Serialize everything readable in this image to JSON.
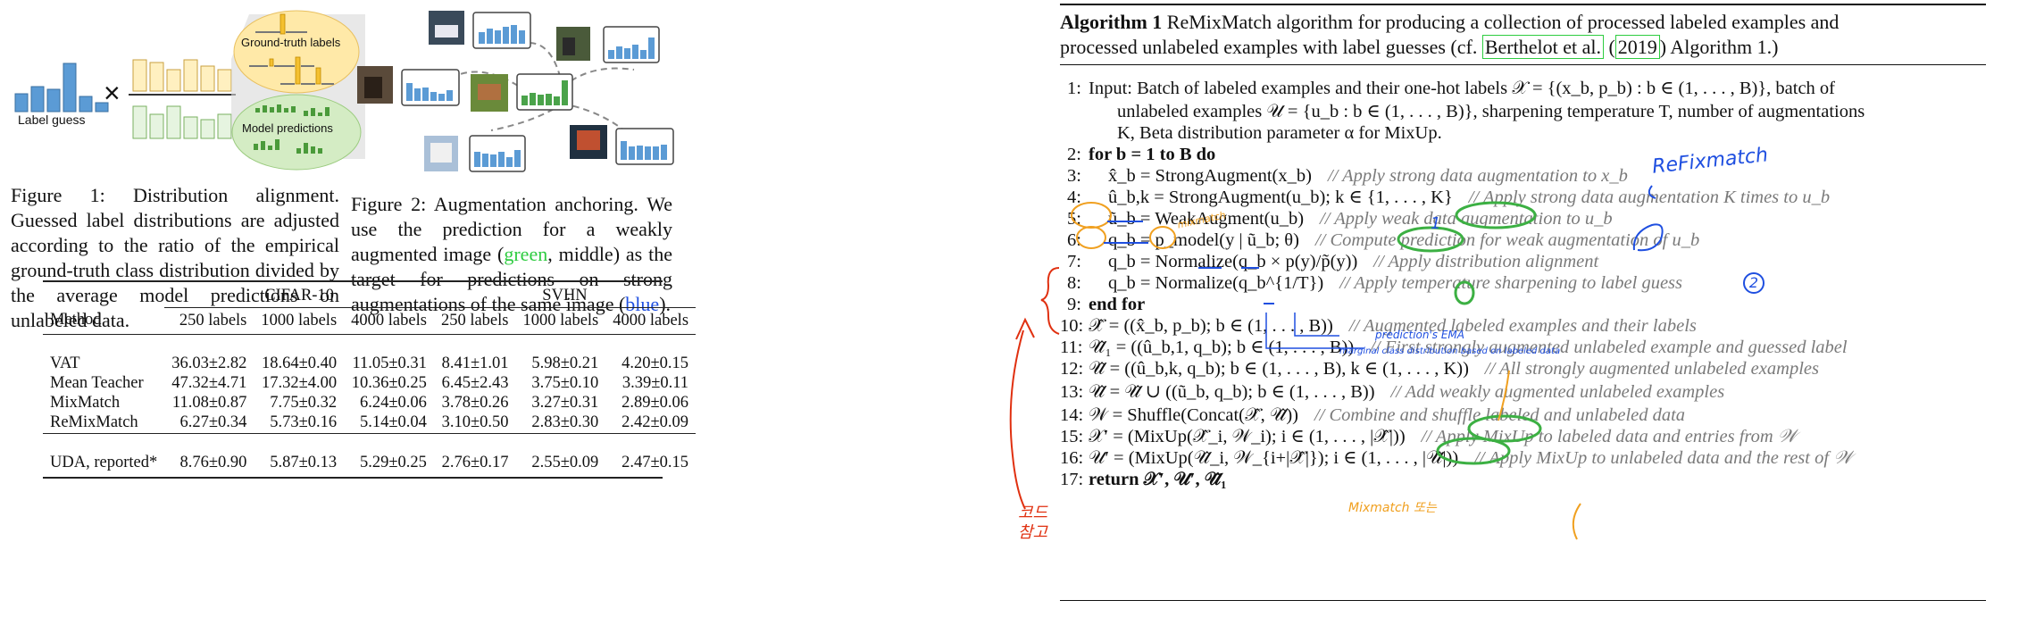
{
  "figure1": {
    "label_guess": "Label guess",
    "times": "×",
    "cloud_top": "Ground-truth labels",
    "cloud_bottom": "Model predictions",
    "caption": "Figure 1: Distribution alignment. Guessed label distributions are adjusted according to the ratio of the empirical ground-truth class distribution divided by the average model predictions on unlabeled data."
  },
  "figure2": {
    "caption_pre": "Figure 2: Augmentation anchoring. We use the prediction for a weakly augmented image (",
    "caption_green": "green",
    "caption_mid": ", middle) as the target for predictions on strong augmentations of the same image (",
    "caption_blue": "blue",
    "caption_post": ")."
  },
  "table": {
    "group1": "CIFAR-10",
    "group2": "SVHN",
    "columns": [
      "Method",
      "250 labels",
      "1000 labels",
      "4000 labels",
      "250 labels",
      "1000 labels",
      "4000 labels"
    ],
    "rows": [
      [
        "VAT",
        "36.03±2.82",
        "18.64±0.40",
        "11.05±0.31",
        "8.41±1.01",
        "5.98±0.21",
        "4.20±0.15"
      ],
      [
        "Mean Teacher",
        "47.32±4.71",
        "17.32±4.00",
        "10.36±0.25",
        "6.45±2.43",
        "3.75±0.10",
        "3.39±0.11"
      ],
      [
        "MixMatch",
        "11.08±0.87",
        "7.75±0.32",
        "6.24±0.06",
        "3.78±0.26",
        "3.27±0.31",
        "2.89±0.06"
      ],
      [
        "ReMixMatch",
        "6.27±0.34",
        "5.73±0.16",
        "5.14±0.04",
        "3.10±0.50",
        "2.83±0.30",
        "2.42±0.09"
      ]
    ],
    "footer": [
      "UDA, reported*",
      "8.76±0.90",
      "5.87±0.13",
      "5.29±0.25",
      "2.76±0.17",
      "2.55±0.09",
      "2.47±0.15"
    ]
  },
  "algorithm": {
    "title_bold": "Algorithm 1",
    "title_text": "ReMixMatch algorithm for producing a collection of processed labeled examples and",
    "title_line2_pre": "processed unlabeled examples with label guesses (cf.",
    "title_cite": "Berthelot et al.",
    "title_year": "2019",
    "title_line2_post": "Algorithm 1.)",
    "lines": [
      {
        "n": "1:",
        "main": "Input: Batch of labeled examples and their one-hot labels 𝒳 = {(x_b, p_b) : b ∈ (1, . . . , B)}, batch of"
      },
      {
        "n": "",
        "main": "unlabeled examples 𝒰 = {u_b : b ∈ (1, . . . , B)}, sharpening temperature T, number of augmentations"
      },
      {
        "n": "",
        "main": "K, Beta distribution parameter α for MixUp."
      },
      {
        "n": "2:",
        "main": "for b = 1 to B do"
      },
      {
        "n": "3:",
        "main": "x̂_b = StrongAugment(x_b)",
        "comment": "// Apply strong data augmentation to x_b"
      },
      {
        "n": "4:",
        "main": "û_b,k = StrongAugment(u_b); k ∈ {1, . . . , K}",
        "comment": "// Apply strong data augmentation K times to u_b"
      },
      {
        "n": "5:",
        "main": "ũ_b = WeakAugment(u_b)",
        "comment": "// Apply weak data augmentation to u_b"
      },
      {
        "n": "6:",
        "main": "q_b = p_model(y | ũ_b; θ)",
        "comment": "// Compute prediction for weak augmentation of u_b"
      },
      {
        "n": "7:",
        "main": "q_b = Normalize(q_b × p(y)/p̃(y))",
        "comment": "// Apply distribution alignment"
      },
      {
        "n": "8:",
        "main": "q_b = Normalize(q_b^{1/T})",
        "comment": "// Apply temperature sharpening to label guess"
      },
      {
        "n": "9:",
        "main": "end for"
      },
      {
        "n": "10:",
        "main": "𝒳̂ = ((x̂_b, p_b); b ∈ (1, . . . , B))",
        "comment": "// Augmented labeled examples and their labels"
      },
      {
        "n": "11:",
        "main": "𝒰̂₁ = ((û_b,1, q_b); b ∈ (1, . . . , B))",
        "comment": "// First strongly augmented unlabeled example and guessed label"
      },
      {
        "n": "12:",
        "main": "𝒰̂ = ((û_b,k, q_b); b ∈ (1, . . . , B), k ∈ (1, . . . , K))",
        "comment": "// All strongly augmented unlabeled examples"
      },
      {
        "n": "13:",
        "main": "𝒰̂ = 𝒰̂ ∪ ((ũ_b, q_b); b ∈ (1, . . . , B))",
        "comment": "// Add weakly augmented unlabeled examples"
      },
      {
        "n": "14:",
        "main": "𝒲 = Shuffle(Concat(𝒳̂, 𝒰̂))",
        "comment": "// Combine and shuffle labeled and unlabeled data"
      },
      {
        "n": "15:",
        "main": "𝒳′ = (MixUp(𝒳̂_i, 𝒲_i); i ∈ (1, . . . , |𝒳̂|))",
        "comment": "// Apply MixUp to labeled data and entries from 𝒲"
      },
      {
        "n": "16:",
        "main": "𝒰′ = (MixUp(𝒰̂_i, 𝒲_{i+|𝒳̂|}); i ∈ (1, . . . , |𝒰̂|))",
        "comment": "// Apply MixUp to unlabeled data and the rest of 𝒲"
      },
      {
        "n": "17:",
        "main": "return 𝒳′, 𝒰′, 𝒰̂₁"
      }
    ]
  },
  "annotations": {
    "refixmatch": "ReFixmatch",
    "circle1": "1",
    "circle2": "2",
    "ema": "prediction's EMA",
    "marginal": "marginal class distribution based on labeled data",
    "mixmatch_note": "mixmatch",
    "korean": "코드\n참고",
    "mixmatch_o": "Mixmatch 또는"
  }
}
